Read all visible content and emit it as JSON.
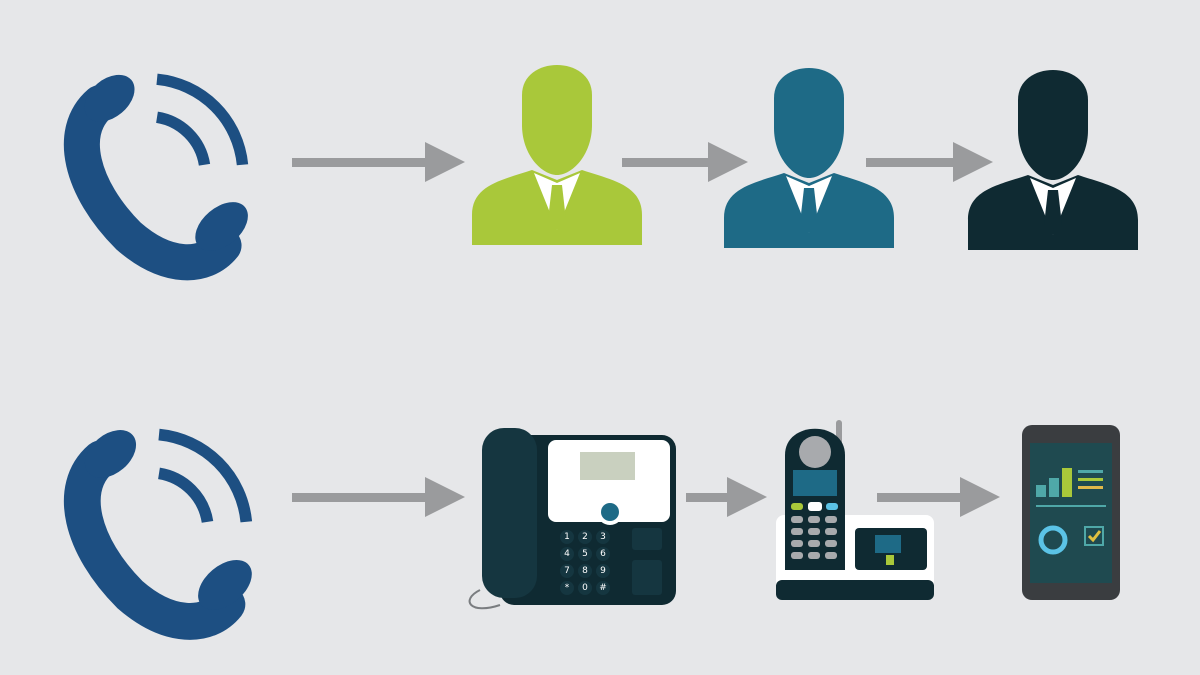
{
  "colors": {
    "background": "#e6e7e9",
    "call_icon": "#1d4f82",
    "arrow": "#9a9b9d",
    "person_1": "#a9c83a",
    "person_2": "#1e6a86",
    "person_3": "#0f2a32",
    "device_dark": "#0f2a32",
    "screen": "#c9d0bf",
    "accent_green": "#a9c83a",
    "accent_blue": "#5bc3e6"
  },
  "rows": [
    {
      "start": "phone-call-icon",
      "steps": [
        "person-icon",
        "person-icon",
        "person-icon"
      ]
    },
    {
      "start": "phone-call-icon",
      "steps": [
        "desk-phone",
        "cordless-phone",
        "smartphone"
      ]
    }
  ],
  "desk_phone": {
    "keypad": [
      "1",
      "2",
      "3",
      "4",
      "5",
      "6",
      "7",
      "8",
      "9",
      "*",
      "0",
      "#"
    ]
  }
}
